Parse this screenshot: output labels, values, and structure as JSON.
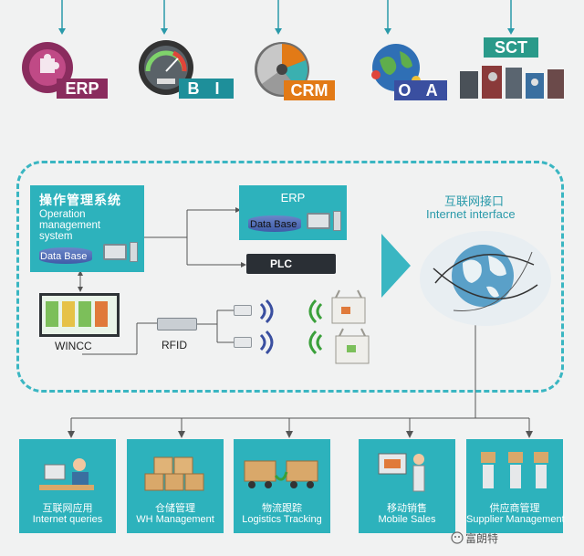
{
  "top_modules": [
    {
      "label": "ERP",
      "color": "#8a2c5e",
      "icon": "erp-puzzle-icon"
    },
    {
      "label": "B I",
      "color": "#1e8f9a",
      "icon": "bi-gauge-icon"
    },
    {
      "label": "CRM",
      "color": "#e27a16",
      "icon": "crm-dial-icon"
    },
    {
      "label": "O A",
      "color": "#3a4fa0",
      "icon": "oa-globe-icon"
    },
    {
      "label": "SCT",
      "color": "#2a9a8a",
      "icon": "sct-devices-icon"
    }
  ],
  "ops": {
    "title": "操作管理系统",
    "subtitle_line1": "Operation",
    "subtitle_line2": "management",
    "subtitle_line3": "system",
    "db": "Data Base"
  },
  "erp_box": {
    "title": "ERP",
    "db": "Data Base"
  },
  "plc": "PLC",
  "wincc": "WINCC",
  "rfid": "RFID",
  "internet": {
    "zh": "互联网接口",
    "en": "Internet interface"
  },
  "bottom_modules": [
    {
      "zh": "互联网应用",
      "en": "Internet queries"
    },
    {
      "zh": "仓储管理",
      "en": "WH Management"
    },
    {
      "zh": "物流跟踪",
      "en": "Logistics Tracking"
    },
    {
      "zh": "移动销售",
      "en": "Mobile Sales"
    },
    {
      "zh": "供应商管理",
      "en": "Supplier Management"
    }
  ],
  "watermark": "富朗特",
  "colors": {
    "teal": "#2db2bc",
    "dash": "#3ab6c2",
    "line": "#555555"
  }
}
